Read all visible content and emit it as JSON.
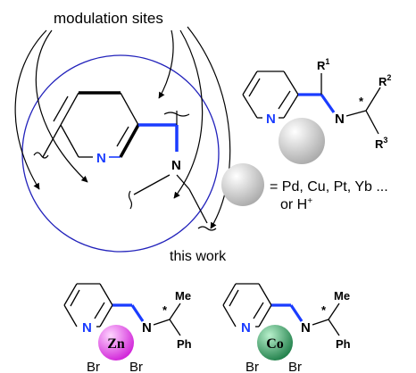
{
  "header": {
    "modulation_label": "modulation sites"
  },
  "general_structure": {
    "atom_n": "N",
    "r1_base": "R",
    "r1_sup": "1",
    "r2_base": "R",
    "r2_sup": "2",
    "r3_base": "R",
    "r3_sup": "3",
    "stereo": "*"
  },
  "metal_legend": {
    "line1": "= Pd, Cu, Pt, Yb ...",
    "line2_prefix": "or H",
    "line2_sup": "+"
  },
  "core_structure": {
    "atom_n_ring": "N",
    "atom_n_amine": "N"
  },
  "section_label": "this work",
  "complex_zn": {
    "metal": "Zn",
    "n": "N",
    "me": "Me",
    "ph": "Ph",
    "br1": "Br",
    "br2": "Br",
    "stereo": "*"
  },
  "complex_co": {
    "metal": "Co",
    "n": "N",
    "me": "Me",
    "ph": "Ph",
    "br1": "Br",
    "br2": "Br",
    "stereo": "*"
  },
  "colors": {
    "blue": "#1a3cff",
    "circle": "#2222bb",
    "zn_sphere": "#e040e8",
    "co_sphere": "#2e9a5c",
    "grey_sphere": "#c8c8c8"
  }
}
